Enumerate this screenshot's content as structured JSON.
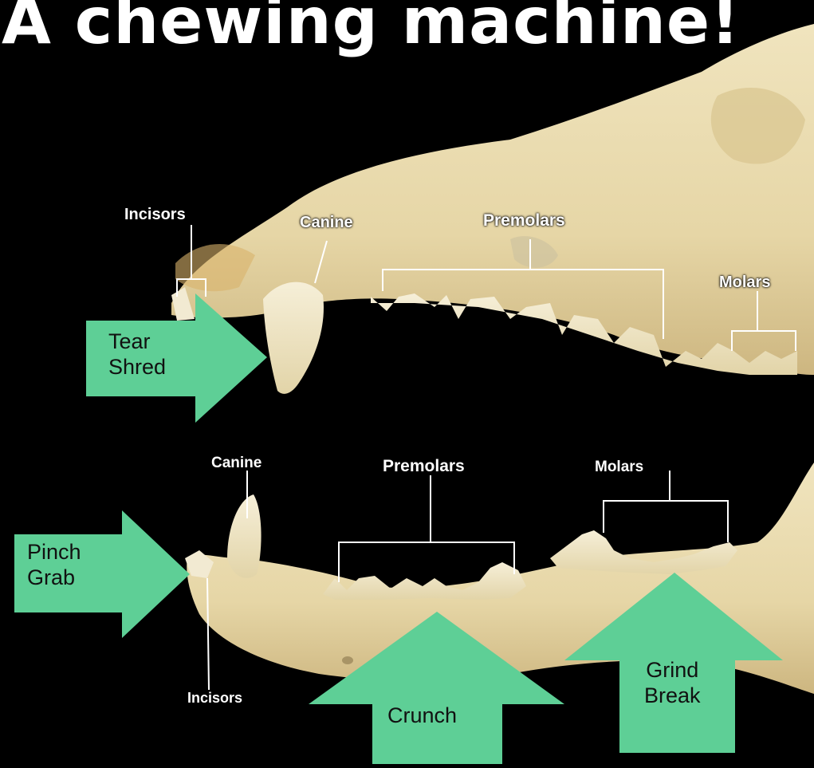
{
  "title": "A chewing machine!",
  "upper_jaw": {
    "incisors": "Incisors",
    "canine": "Canine",
    "premolars": "Premolars",
    "molars": "Molars"
  },
  "lower_jaw": {
    "canine": "Canine",
    "premolars": "Premolars",
    "molars": "Molars",
    "incisors": "Incisors"
  },
  "arrows": {
    "tear": [
      "Tear",
      "Shred"
    ],
    "pinch": [
      "Pinch",
      "Grab"
    ],
    "crunch": [
      "Crunch"
    ],
    "grind": [
      "Grind",
      "Break"
    ]
  },
  "colors": {
    "arrow": "#5ecf96",
    "bone": "#eadcb0",
    "background": "#000000"
  }
}
